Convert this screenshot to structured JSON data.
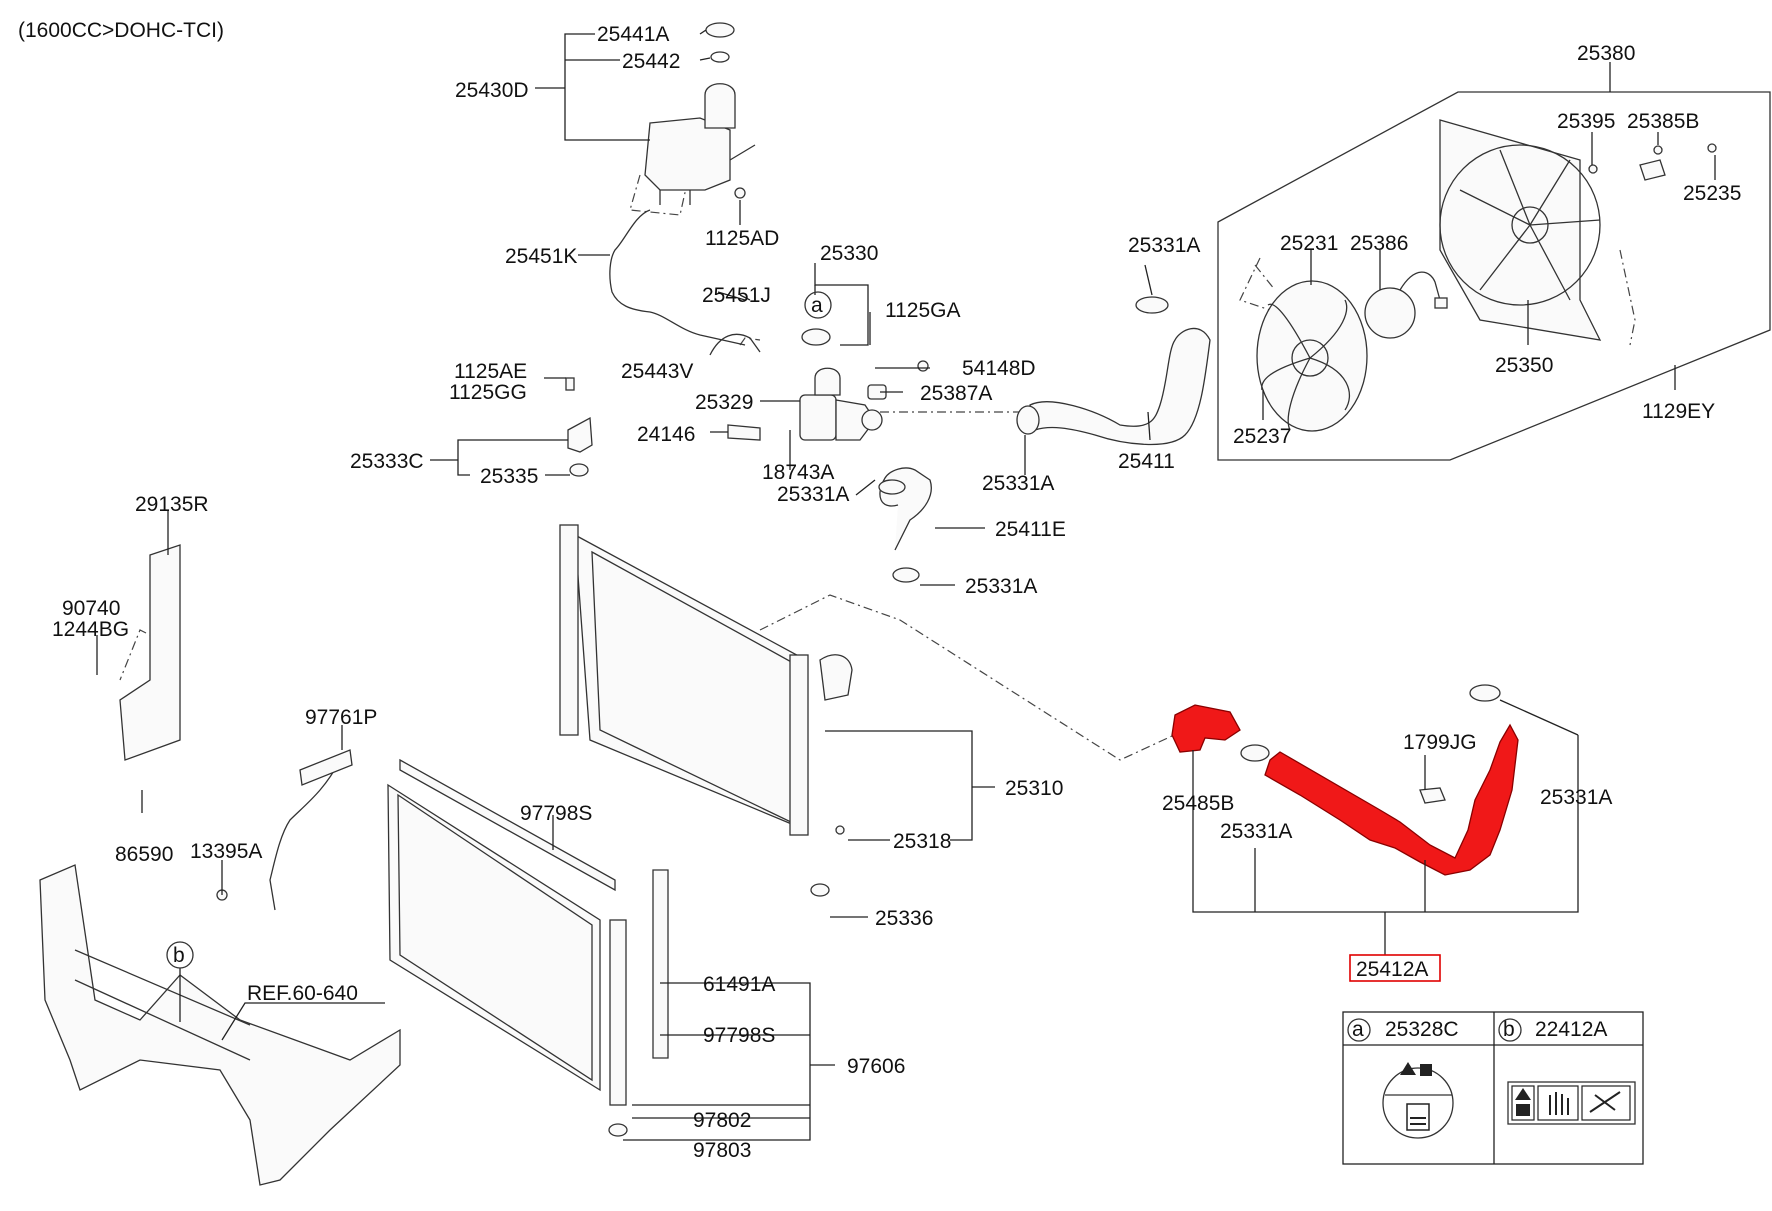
{
  "header": {
    "engine_note": "(1600CC>DOHC-TCI)"
  },
  "labels": {
    "p25441A": "25441A",
    "p25442": "25442",
    "p25430D": "25430D",
    "p1125AD": "1125AD",
    "p25451K": "25451K",
    "p25330": "25330",
    "p25451J": "25451J",
    "p1125GA": "1125GA",
    "p25443V": "25443V",
    "p54148D": "54148D",
    "p1125AE": "1125AE",
    "p1125GG": "1125GG",
    "p25329": "25329",
    "p25387A": "25387A",
    "p24146": "24146",
    "p25333C": "25333C",
    "p18743A": "18743A",
    "p25335": "25335",
    "p25331A_t1": "25331A",
    "p25331A_t2": "25331A",
    "p25331A_t3": "25331A",
    "p25331A_t4": "25331A",
    "p25331A_t5": "25331A",
    "p25331A_t6": "25331A",
    "p25411": "25411",
    "p25411E": "25411E",
    "p25380": "25380",
    "p25395": "25395",
    "p25385B": "25385B",
    "p25235": "25235",
    "p25231": "25231",
    "p25386": "25386",
    "p25350": "25350",
    "p25237": "25237",
    "p1129EY": "1129EY",
    "p29135R": "29135R",
    "p90740": "90740",
    "p1244BG": "1244BG",
    "p86590": "86590",
    "p97761P": "97761P",
    "p13395A": "13395A",
    "pREF": "REF.60-640",
    "p97798S_a": "97798S",
    "p97798S_b": "97798S",
    "p25310": "25310",
    "p25318": "25318",
    "p25336": "25336",
    "p61491A": "61491A",
    "p97606": "97606",
    "p97802": "97802",
    "p97803": "97803",
    "p1799JG": "1799JG",
    "p25485B": "25485B",
    "p25412A": "25412A"
  },
  "callouts": {
    "a": "a",
    "b": "b"
  },
  "legend": {
    "a_letter": "a",
    "a_part": "25328C",
    "b_letter": "b",
    "b_part": "22412A"
  },
  "colors": {
    "highlight": "#f01818",
    "highlight_box": "#e00000",
    "line": "#222222"
  }
}
